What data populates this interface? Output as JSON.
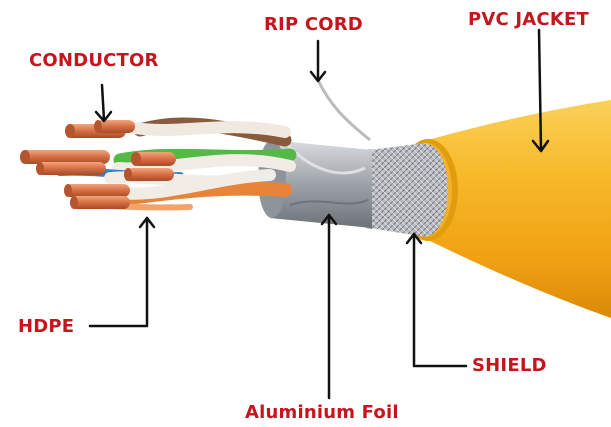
{
  "labels": {
    "conductor": "CONDUCTOR",
    "rip_cord": "RIP CORD",
    "pvc_jacket": "PVC JACKET",
    "hdpe": "HDPE",
    "aluminium_foil": "Aluminium Foil",
    "shield": "SHIELD"
  },
  "colors": {
    "label": "#c4161c",
    "arrow": "#111111",
    "jacket": "#f6b21e",
    "jacket_dark": "#e39d0c",
    "copper": "#d9774a",
    "foil": "#a9adb3",
    "pair_orange": "#e8843a",
    "pair_green": "#55b947",
    "pair_blue": "#2f7fc4",
    "pair_brown": "#8a5a3c",
    "hdpe_white": "#f1ede6"
  },
  "icons": [
    "down-arrow-icon",
    "up-arrow-icon"
  ]
}
